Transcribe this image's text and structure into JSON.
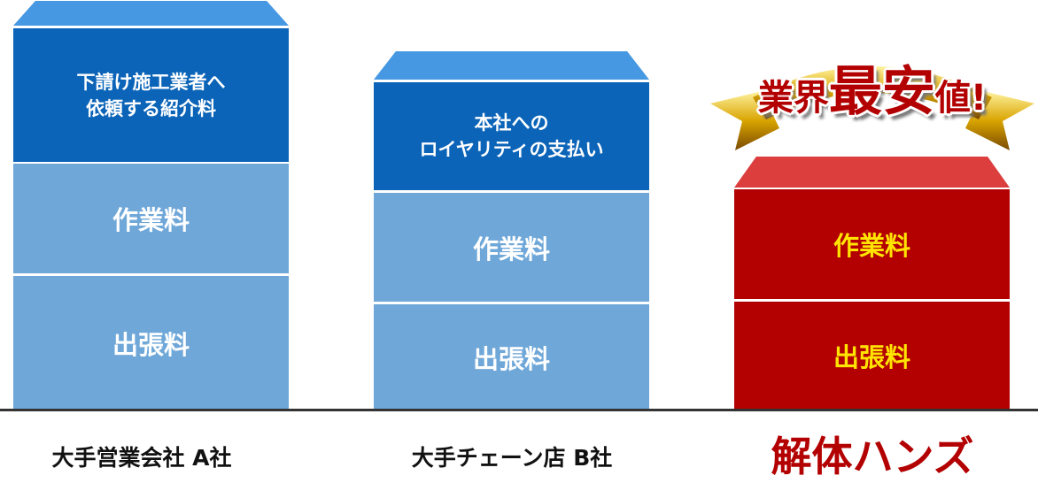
{
  "columns": [
    {
      "name": "大手営業会社 A社",
      "segments": {
        "fee": "下請け施工業者へ\n依頼する紹介料",
        "work": "作業料",
        "travel": "出張料"
      }
    },
    {
      "name": "大手チェーン店 B社",
      "segments": {
        "fee": "本社への\nロイヤリティの支払い",
        "work": "作業料",
        "travel": "出張料"
      }
    },
    {
      "name": "解体ハンズ",
      "segments": {
        "work": "作業料",
        "travel": "出張料"
      }
    }
  ],
  "badge": {
    "part1": "業界",
    "part2": "最安",
    "part3": "値!"
  },
  "colors": {
    "blue_dark": "#0b64b8",
    "blue_light": "#6ea7d8",
    "blue_top": "#4698e2",
    "red": "#b30000",
    "red_top": "#dc3e3e",
    "yellow": "#ffe400"
  }
}
